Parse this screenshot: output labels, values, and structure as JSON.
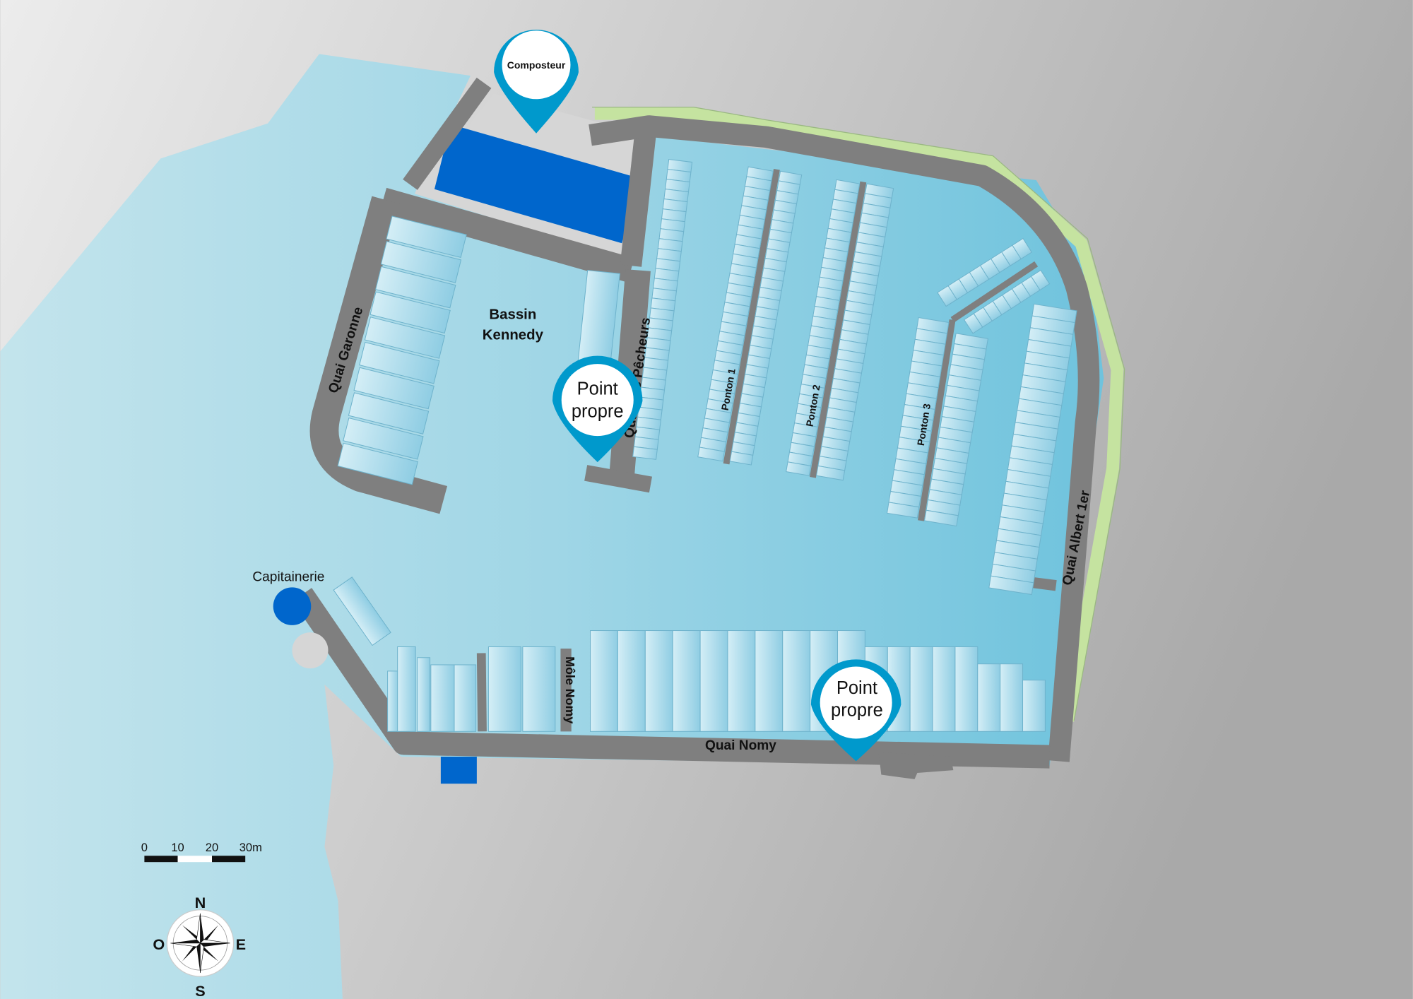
{
  "map": {
    "basin_label_line1": "Bassin",
    "basin_label_line2": "Kennedy",
    "quays": {
      "garonne": "Quai Garonne",
      "pecheurs": "Quai des Pêcheurs",
      "albert": "Quai Albert 1er",
      "nomy": "Quai Nomy",
      "mole": "Môle Nomy"
    },
    "pontoons": [
      "Ponton 1",
      "Ponton 2",
      "Ponton 3"
    ],
    "capitainerie": "Capitainerie",
    "pins": {
      "composteur": "Composteur",
      "point_propre_1_line1": "Point",
      "point_propre_1_line2": "propre",
      "point_propre_2_line1": "Point",
      "point_propre_2_line2": "propre"
    },
    "scale_bar": {
      "ticks": [
        "0",
        "10",
        "20",
        "30m"
      ]
    },
    "compass": {
      "n": "N",
      "e": "E",
      "s": "S",
      "w": "O"
    },
    "colors": {
      "water": "#a5d8e6",
      "quay": "#7f7f7f",
      "pin": "#0099cc",
      "facility": "#0066cc",
      "green": "#c5e3a0"
    }
  }
}
